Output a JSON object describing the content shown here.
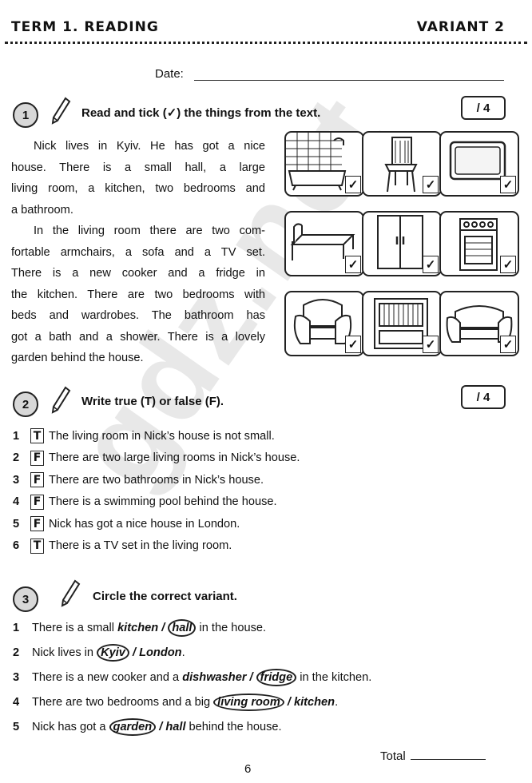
{
  "header": {
    "left": "TERM 1. READING",
    "right": "VARIANT 2"
  },
  "date_label": "Date:",
  "task1": {
    "num": "1",
    "title": "Read and tick (✓) the things from the text.",
    "score": "/ 4",
    "paragraphs": [
      [
        "Nick lives in Kyiv. He has got a nice",
        "house. There is a small hall, a large",
        "living room, a kitchen, two bedrooms and",
        "a bathroom."
      ],
      [
        "In the living room there are two com-",
        "fortable armchairs, a sofa and a TV set.",
        "There is a new cooker and a fridge in",
        "the kitchen. There are two bedrooms with",
        "beds and wardrobes. The bathroom has",
        "got a bath and a shower. There is a lovely",
        "garden behind the house."
      ]
    ],
    "pictures": [
      {
        "icon": "bathtub-icon",
        "tick": "✓"
      },
      {
        "icon": "chair-icon",
        "tick": "✓"
      },
      {
        "icon": "tv-set-icon",
        "tick": "✓"
      },
      {
        "icon": "bed-icon",
        "tick": "✓"
      },
      {
        "icon": "wardrobe-icon",
        "tick": "✓"
      },
      {
        "icon": "cooker-icon",
        "tick": "✓"
      },
      {
        "icon": "armchair-icon",
        "tick": "✓"
      },
      {
        "icon": "dishwasher-icon",
        "tick": "✓"
      },
      {
        "icon": "sofa-icon",
        "tick": "✓"
      }
    ]
  },
  "task2": {
    "num": "2",
    "title": "Write true (T) or false (F).",
    "score": "/ 4",
    "items": [
      {
        "n": "1",
        "answer": "T",
        "text": "The living room in Nick’s house is not small."
      },
      {
        "n": "2",
        "answer": "F",
        "text": "There are two large living rooms in Nick’s house."
      },
      {
        "n": "3",
        "answer": "F",
        "text": "There are two bathrooms in Nick’s house."
      },
      {
        "n": "4",
        "answer": "F",
        "text": "There is a swimming pool behind the house."
      },
      {
        "n": "5",
        "answer": "F",
        "text": "Nick has got a nice house in London."
      },
      {
        "n": "6",
        "answer": "T",
        "text": "There is a TV set in the living room."
      }
    ]
  },
  "task3": {
    "num": "3",
    "title": "Circle the correct variant.",
    "items": [
      {
        "n": "1",
        "pre": "There is a small ",
        "a": "kitchen",
        "sep": " / ",
        "b": "hall",
        "post": " in the house.",
        "circled": "b"
      },
      {
        "n": "2",
        "pre": "Nick lives in ",
        "a": "Kyiv",
        "sep": " / ",
        "b": "London",
        "post": ".",
        "circled": "a"
      },
      {
        "n": "3",
        "pre": "There is a new cooker and a ",
        "a": "dishwasher",
        "sep": " / ",
        "b": "fridge",
        "post": " in the kitchen.",
        "circled": "b"
      },
      {
        "n": "4",
        "pre": "There are two bedrooms and a big ",
        "a": "living room",
        "sep": " / ",
        "b": "kitchen",
        "post": ".",
        "circled": "a"
      },
      {
        "n": "5",
        "pre": "Nick has got a ",
        "a": "garden",
        "sep": " / ",
        "b": "hall",
        "post": " behind the house.",
        "circled": "a"
      }
    ]
  },
  "total_label": "Total",
  "page_number": "6",
  "watermark": "gdz.net"
}
